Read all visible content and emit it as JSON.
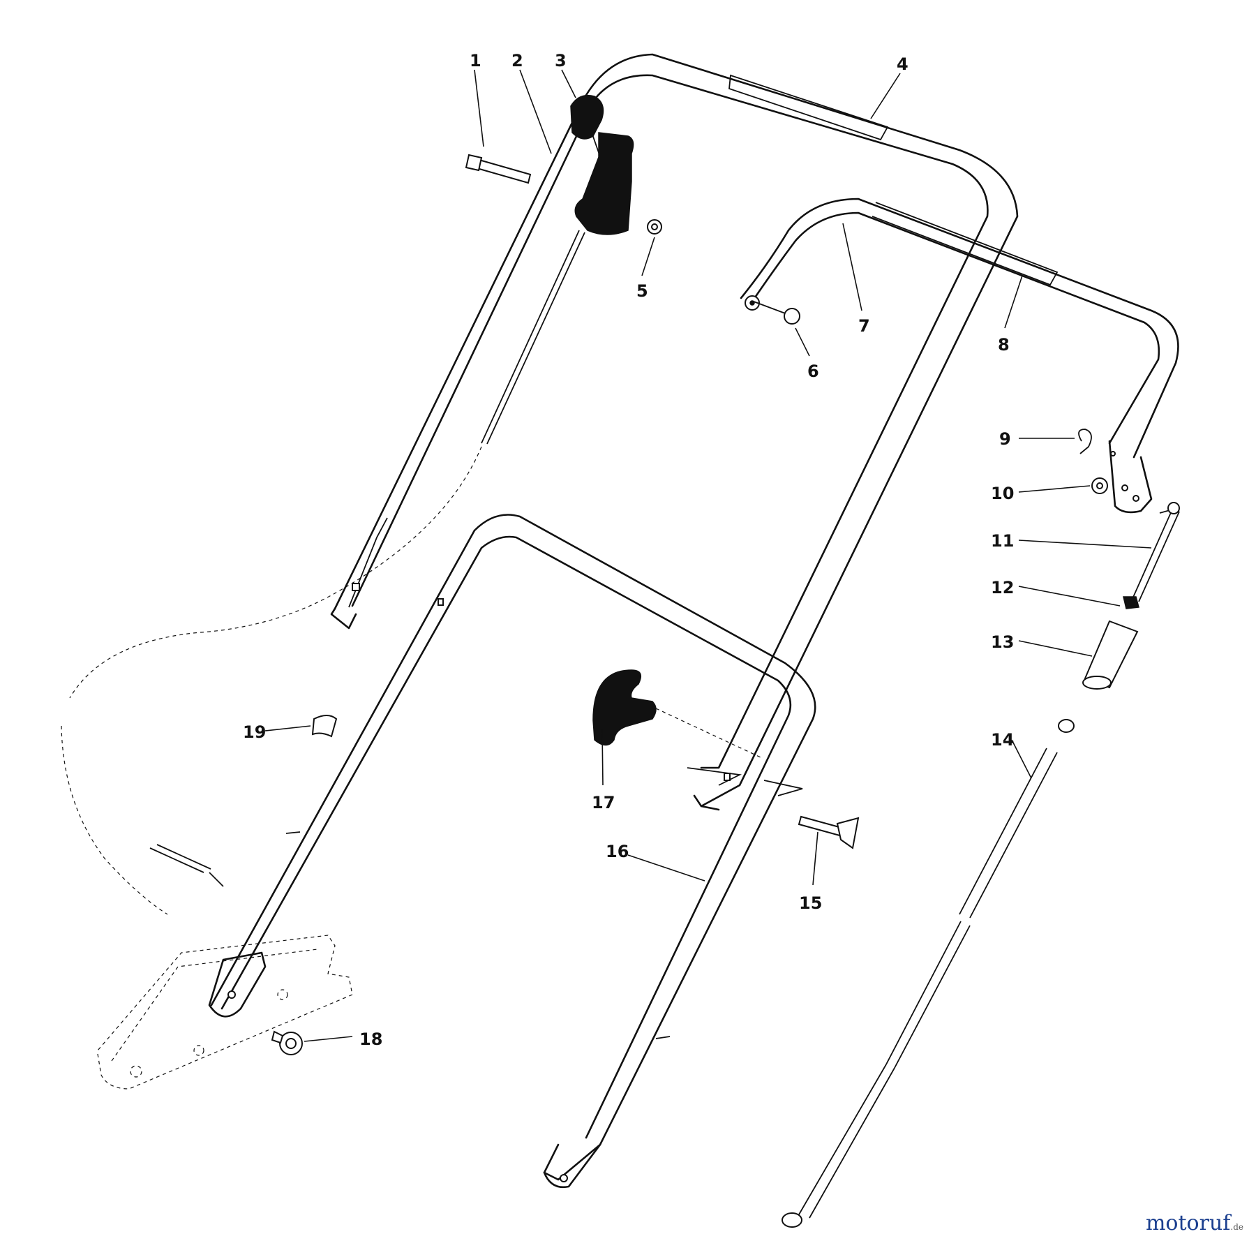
{
  "callouts": [
    "1",
    "2",
    "3",
    "4",
    "5",
    "6",
    "7",
    "8",
    "9",
    "10",
    "11",
    "12",
    "13",
    "14",
    "15",
    "16",
    "17",
    "18",
    "19"
  ],
  "watermark": {
    "text": "motoruf",
    "suffix": ".de",
    "color": "#1b3f8f"
  }
}
